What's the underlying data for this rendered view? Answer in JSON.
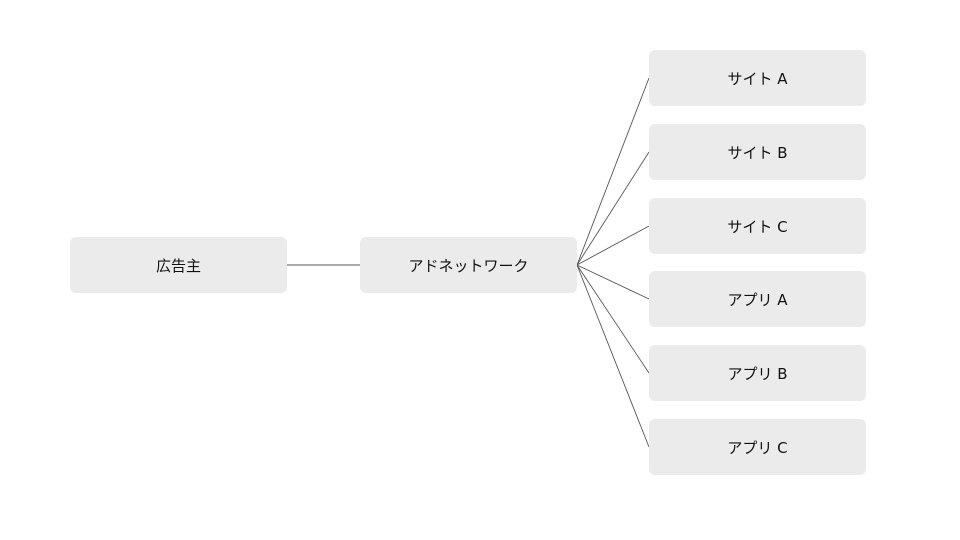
{
  "diagram": {
    "advertiser": {
      "label": "広告主"
    },
    "ad_network": {
      "label": "アドネットワーク"
    },
    "publishers": [
      {
        "label": "サイト A"
      },
      {
        "label": "サイト B"
      },
      {
        "label": "サイト C"
      },
      {
        "label": "アプリ A"
      },
      {
        "label": "アプリ B"
      },
      {
        "label": "アプリ C"
      }
    ]
  },
  "colors": {
    "node_fill": "#ebebeb",
    "connector": "#555555",
    "text": "#111111",
    "background": "#ffffff"
  }
}
